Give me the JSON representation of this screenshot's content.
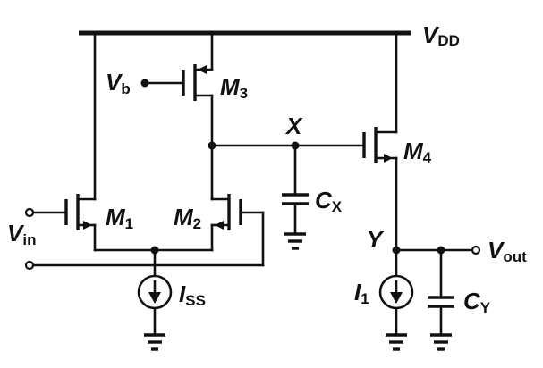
{
  "labels": {
    "vdd": {
      "main": "V",
      "sub": "DD"
    },
    "vb": {
      "main": "V",
      "sub": "b"
    },
    "m3": {
      "main": "M",
      "sub": "3"
    },
    "x": {
      "main": "X"
    },
    "m4": {
      "main": "M",
      "sub": "4"
    },
    "cx": {
      "main": "C",
      "sub": "X"
    },
    "m1": {
      "main": "M",
      "sub": "1"
    },
    "m2": {
      "main": "M",
      "sub": "2"
    },
    "vin": {
      "main": "V",
      "sub": "in"
    },
    "y": {
      "main": "Y"
    },
    "vout": {
      "main": "V",
      "sub": "out"
    },
    "iss": {
      "main": "I",
      "sub": "SS"
    },
    "i1": {
      "main": "I",
      "sub": "1"
    },
    "cy": {
      "main": "C",
      "sub": "Y"
    }
  }
}
